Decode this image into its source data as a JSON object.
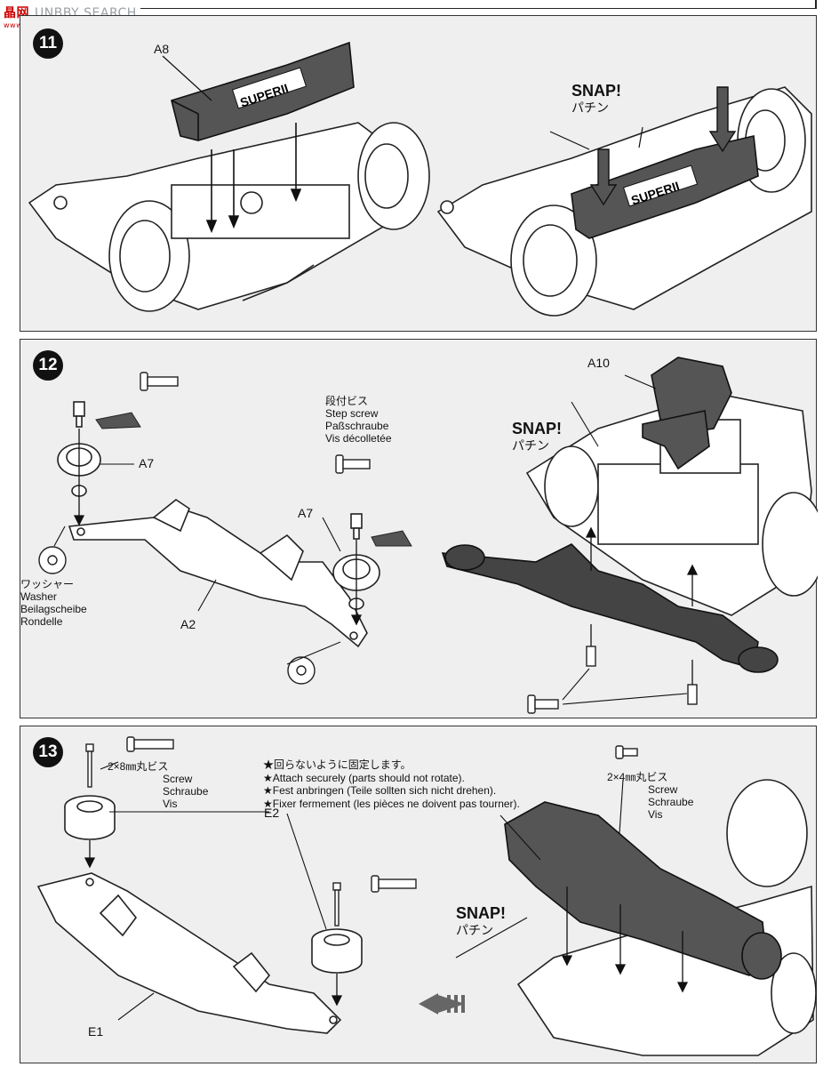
{
  "watermark": {
    "logo": "晶网",
    "text": "UNBBY SEARCH",
    "url": "www.tuhong.com"
  },
  "steps": [
    {
      "number": "11"
    },
    {
      "number": "12"
    },
    {
      "number": "13"
    }
  ],
  "step11": {
    "part_a8": "A8",
    "snap": "SNAP!",
    "snap_jp": "パチン",
    "decal": "SUPERII"
  },
  "step12": {
    "part_a7_left": "A7",
    "part_a7_right": "A7",
    "part_a2": "A2",
    "part_a10": "A10",
    "step_screw": [
      "段付ビス",
      "Step screw",
      "Paßschraube",
      "Vis décolletée"
    ],
    "washer": [
      "ワッシャー",
      "Washer",
      "Beilagscheibe",
      "Rondelle"
    ],
    "snap": "SNAP!",
    "snap_jp": "パチン"
  },
  "step13": {
    "screw_left": [
      "2×8㎜丸ビス",
      "Screw",
      "Schraube",
      "Vis"
    ],
    "screw_right": [
      "2×4㎜丸ビス",
      "Screw",
      "Schraube",
      "Vis"
    ],
    "warning": [
      "★回らないように固定します。",
      "★Attach securely (parts should not rotate).",
      "★Fest anbringen (Teile sollten sich nicht drehen).",
      "★Fixer fermement (les pièces ne doivent pas tourner)."
    ],
    "part_e2": "E2",
    "part_e1": "E1",
    "snap": "SNAP!",
    "snap_jp": "パチン"
  }
}
